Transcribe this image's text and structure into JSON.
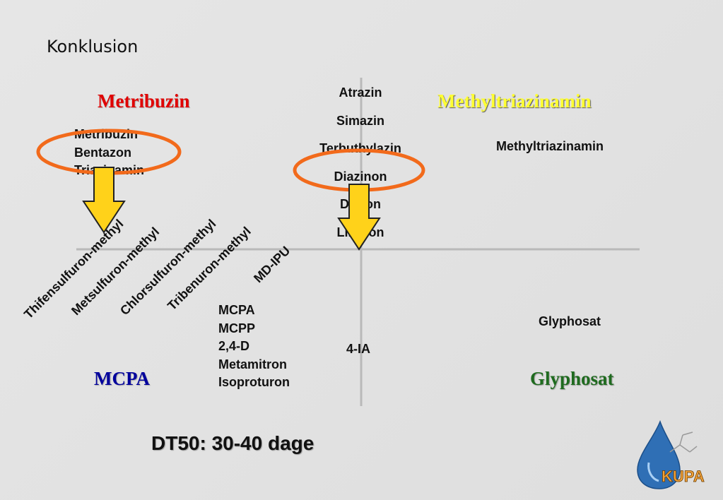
{
  "title": "Konklusion",
  "headings": {
    "metribuzin": "Metribuzin",
    "methyltriazinamin": "Methyltriazinamin",
    "mcpa": "MCPA",
    "glyphosat": "Glyphosat"
  },
  "center_list": [
    "Atrazin",
    "Simazin",
    "Terbuthylazin",
    "Diazinon",
    "Diuron",
    "Linuron"
  ],
  "left_list": [
    "Metribuzin",
    "Bentazon",
    "Triazinamin"
  ],
  "right_top": "Methyltriazinamin",
  "rotated_labels": [
    "Thifensulfuron-methyl",
    "Metsulfuron-methyl",
    "Chlorsulfuron-methyl",
    "Tribenuron-methyl",
    "MD-IPU"
  ],
  "mcpa_list": [
    "MCPA",
    "MCPP",
    "2,4-D",
    "Metamitron",
    "Isoproturon"
  ],
  "center_bottom": "4-IA",
  "right_bottom": "Glyphosat",
  "dt50": "DT50: 30-40 dage",
  "logo_text": "KUPA",
  "colors": {
    "metribuzin": "#e00000",
    "methyltriazinamin": "#ffff33",
    "mcpa": "#00009c",
    "glyphosat": "#1f6b1f",
    "highlight_circle": "#f26a1b",
    "arrow_fill": "#ffd21a"
  }
}
